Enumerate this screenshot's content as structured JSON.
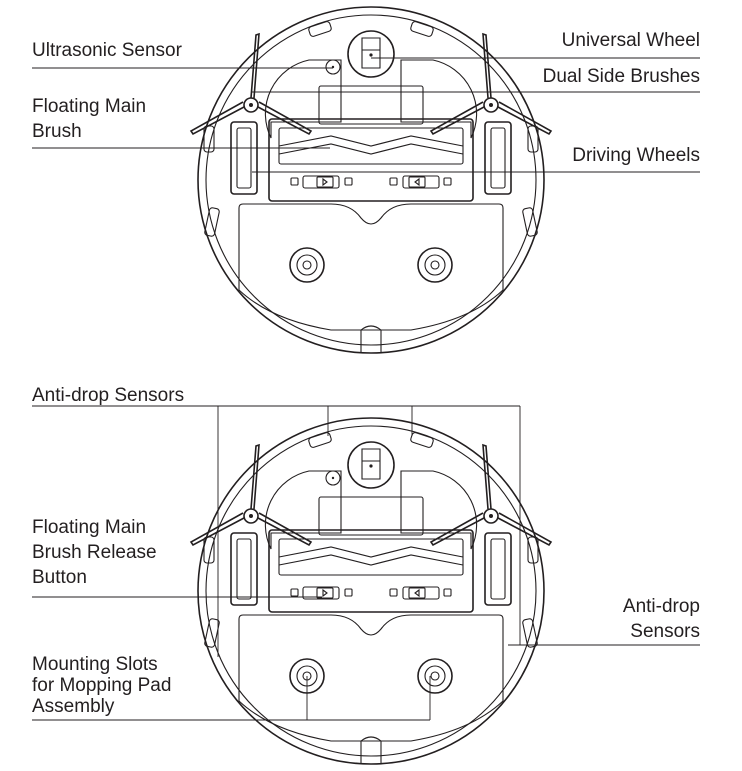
{
  "labels": {
    "ultrasonic_sensor": "Ultrasonic Sensor",
    "floating_main_brush": [
      "Floating Main",
      "Brush"
    ],
    "universal_wheel": "Universal Wheel",
    "dual_side_brushes": "Dual Side Brushes",
    "driving_wheels": "Driving Wheels",
    "anti_drop_sensors_top": "Anti-drop Sensors",
    "floating_brush_release": [
      "Floating Main",
      "Brush Release",
      "Button"
    ],
    "anti_drop_sensors_right": [
      "Anti-drop",
      "Sensors"
    ],
    "mounting_slots": [
      "Mounting Slots",
      "for Mopping Pad",
      "Assembly"
    ]
  },
  "colors": {
    "line": "#231f20",
    "background": "#ffffff"
  }
}
